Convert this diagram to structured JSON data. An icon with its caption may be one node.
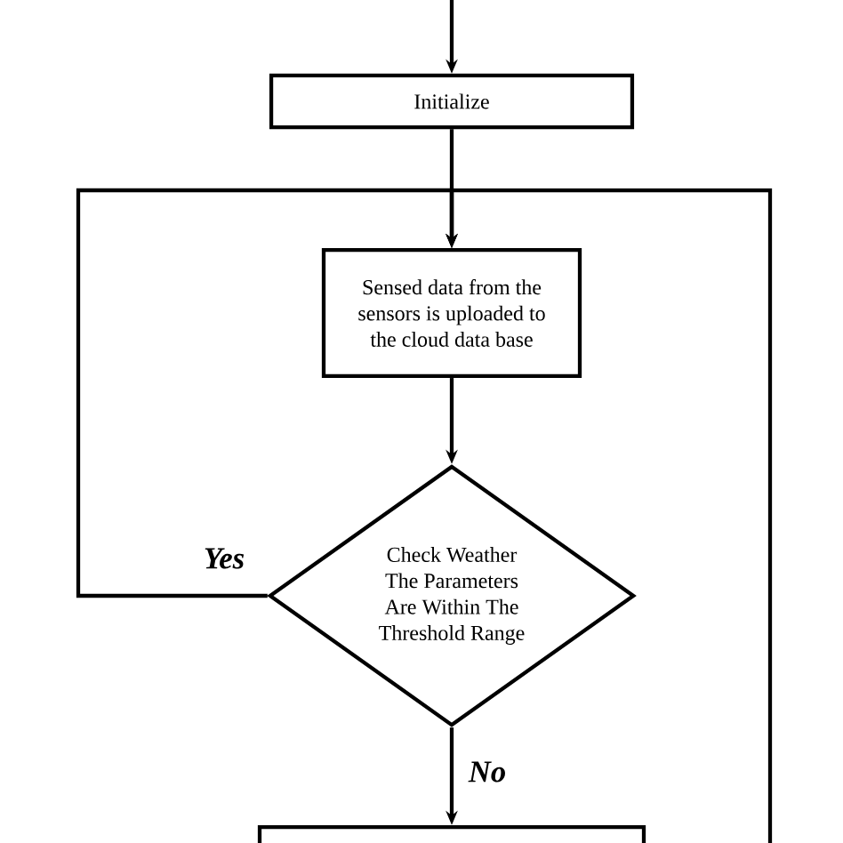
{
  "diagram": {
    "nodes": [
      {
        "text": [
          "Initialize"
        ]
      },
      {
        "text": [
          "Sensed data from the sensors is uploaded to the cloud data base"
        ]
      },
      {
        "text": [
          "Check Weather The Parameters Are Within The Threshold Range"
        ]
      },
      {
        "text": [],
        "shape": "box"
      }
    ],
    "edges": [
      {
        "from": null,
        "to": 0,
        "arrow": "to"
      },
      {
        "from": 0,
        "to": 1,
        "arrow": "to"
      },
      {
        "from": 1,
        "to": 2,
        "arrow": "to"
      },
      {
        "from": 2,
        "to": 1,
        "arrow": "to",
        "label": "Yes"
      },
      {
        "from": 2,
        "to": 3,
        "arrow": "to",
        "label": "No"
      },
      {
        "from": 3,
        "to": 1,
        "arrow": "to"
      }
    ]
  }
}
